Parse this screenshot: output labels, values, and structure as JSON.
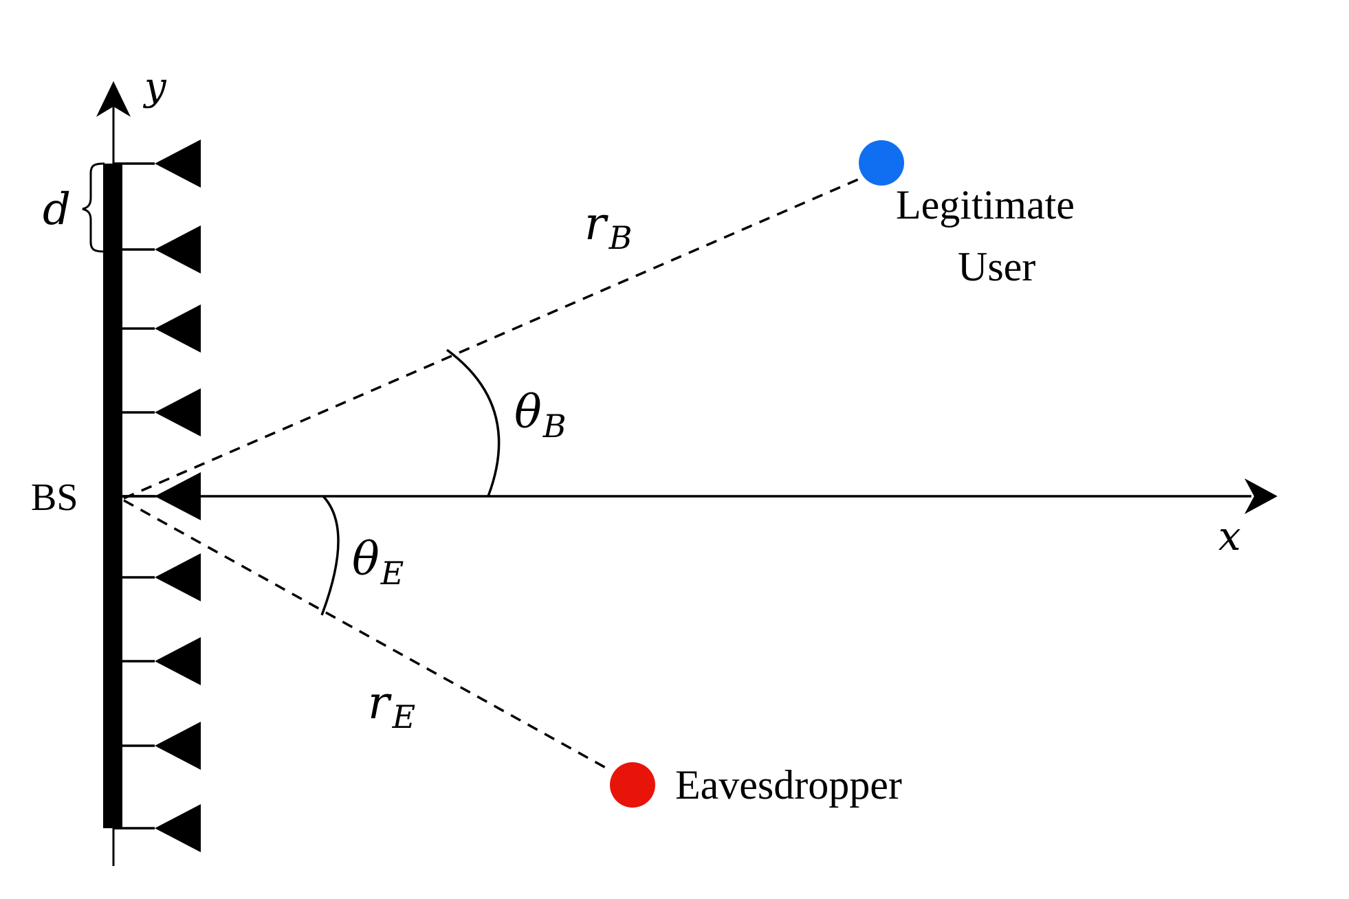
{
  "labels": {
    "y_axis": "y",
    "x_axis": "x",
    "spacing": "d",
    "base_station": "BS",
    "r_b_main": "r",
    "r_b_sub": "B",
    "r_e_main": "r",
    "r_e_sub": "E",
    "theta_b_main": "θ",
    "theta_b_sub": "B",
    "theta_e_main": "θ",
    "theta_e_sub": "E",
    "legit_line1": "Legitimate",
    "legit_line2": "User",
    "eavesdropper": "Eavesdropper"
  },
  "colors": {
    "legit_user": "#0F6FF0",
    "eavesdropper": "#E8140A",
    "stroke": "#000000"
  },
  "antenna_count": 9
}
